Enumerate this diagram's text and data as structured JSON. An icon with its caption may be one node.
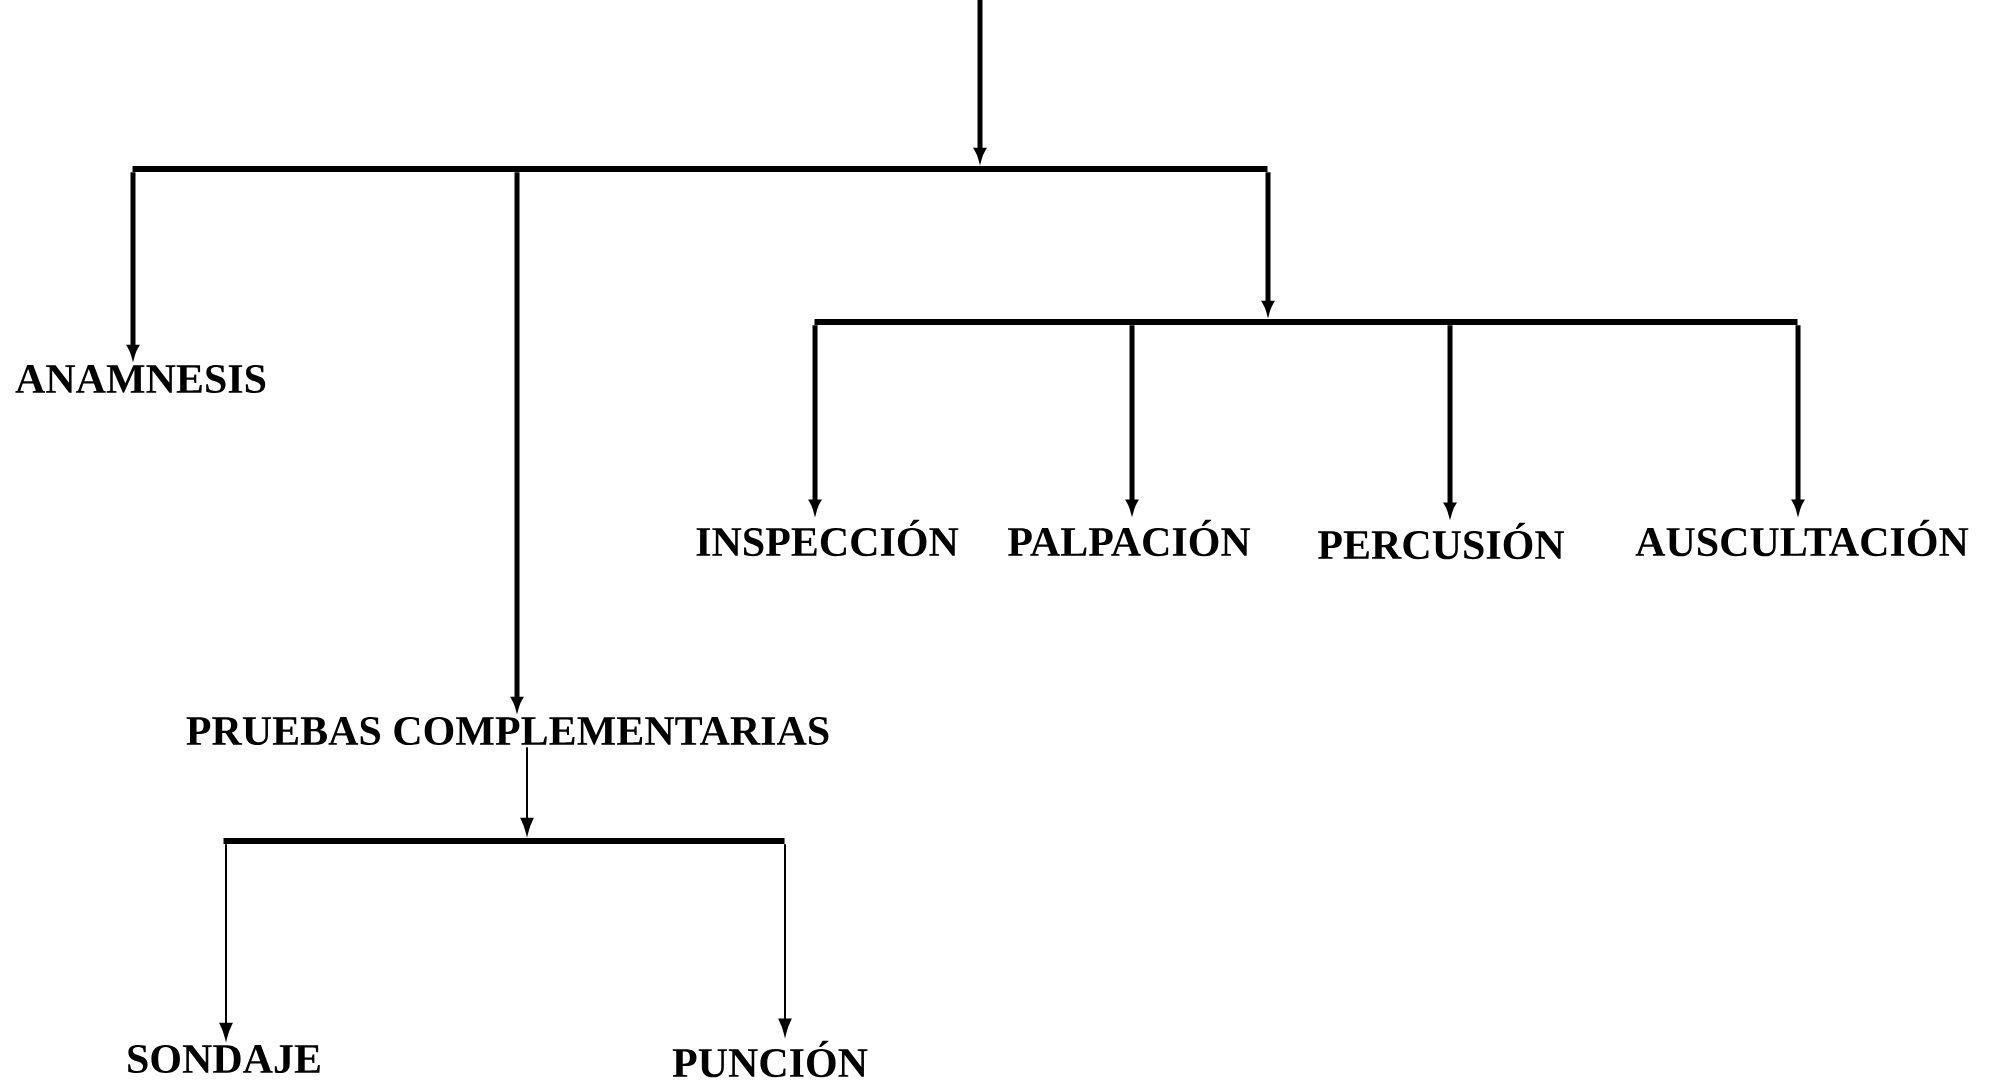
{
  "diagram": {
    "nodes": [
      {
        "text": [],
        "shape": "bar"
      },
      {
        "text": [
          "ANAMNESIS"
        ]
      },
      {
        "text": [
          "PRUEBAS COMPLEMENTARIAS"
        ]
      },
      {
        "text": [],
        "shape": "bar"
      },
      {
        "text": [
          "INSPECCIÓN"
        ]
      },
      {
        "text": [
          "PALPACIÓN"
        ]
      },
      {
        "text": [
          "PERCUSIÓN"
        ]
      },
      {
        "text": [
          "AUSCULTACIÓN"
        ]
      },
      {
        "text": [],
        "shape": "bar"
      },
      {
        "text": [
          "SONDAJE"
        ]
      },
      {
        "text": [
          "PUNCIÓN"
        ]
      }
    ],
    "edges": [
      {
        "from": null,
        "to": 0,
        "arrow": "to"
      },
      {
        "from": 0,
        "to": 1,
        "arrow": "to"
      },
      {
        "from": 0,
        "to": 2,
        "arrow": "to"
      },
      {
        "from": 0,
        "to": 3,
        "arrow": "to"
      },
      {
        "from": 3,
        "to": 4,
        "arrow": "to"
      },
      {
        "from": 3,
        "to": 5,
        "arrow": "to"
      },
      {
        "from": 3,
        "to": 6,
        "arrow": "to"
      },
      {
        "from": 3,
        "to": 7,
        "arrow": "to"
      },
      {
        "from": 2,
        "to": 8,
        "arrow": "to"
      },
      {
        "from": 8,
        "to": 9,
        "arrow": "to"
      },
      {
        "from": 8,
        "to": 10,
        "arrow": "to"
      }
    ]
  }
}
